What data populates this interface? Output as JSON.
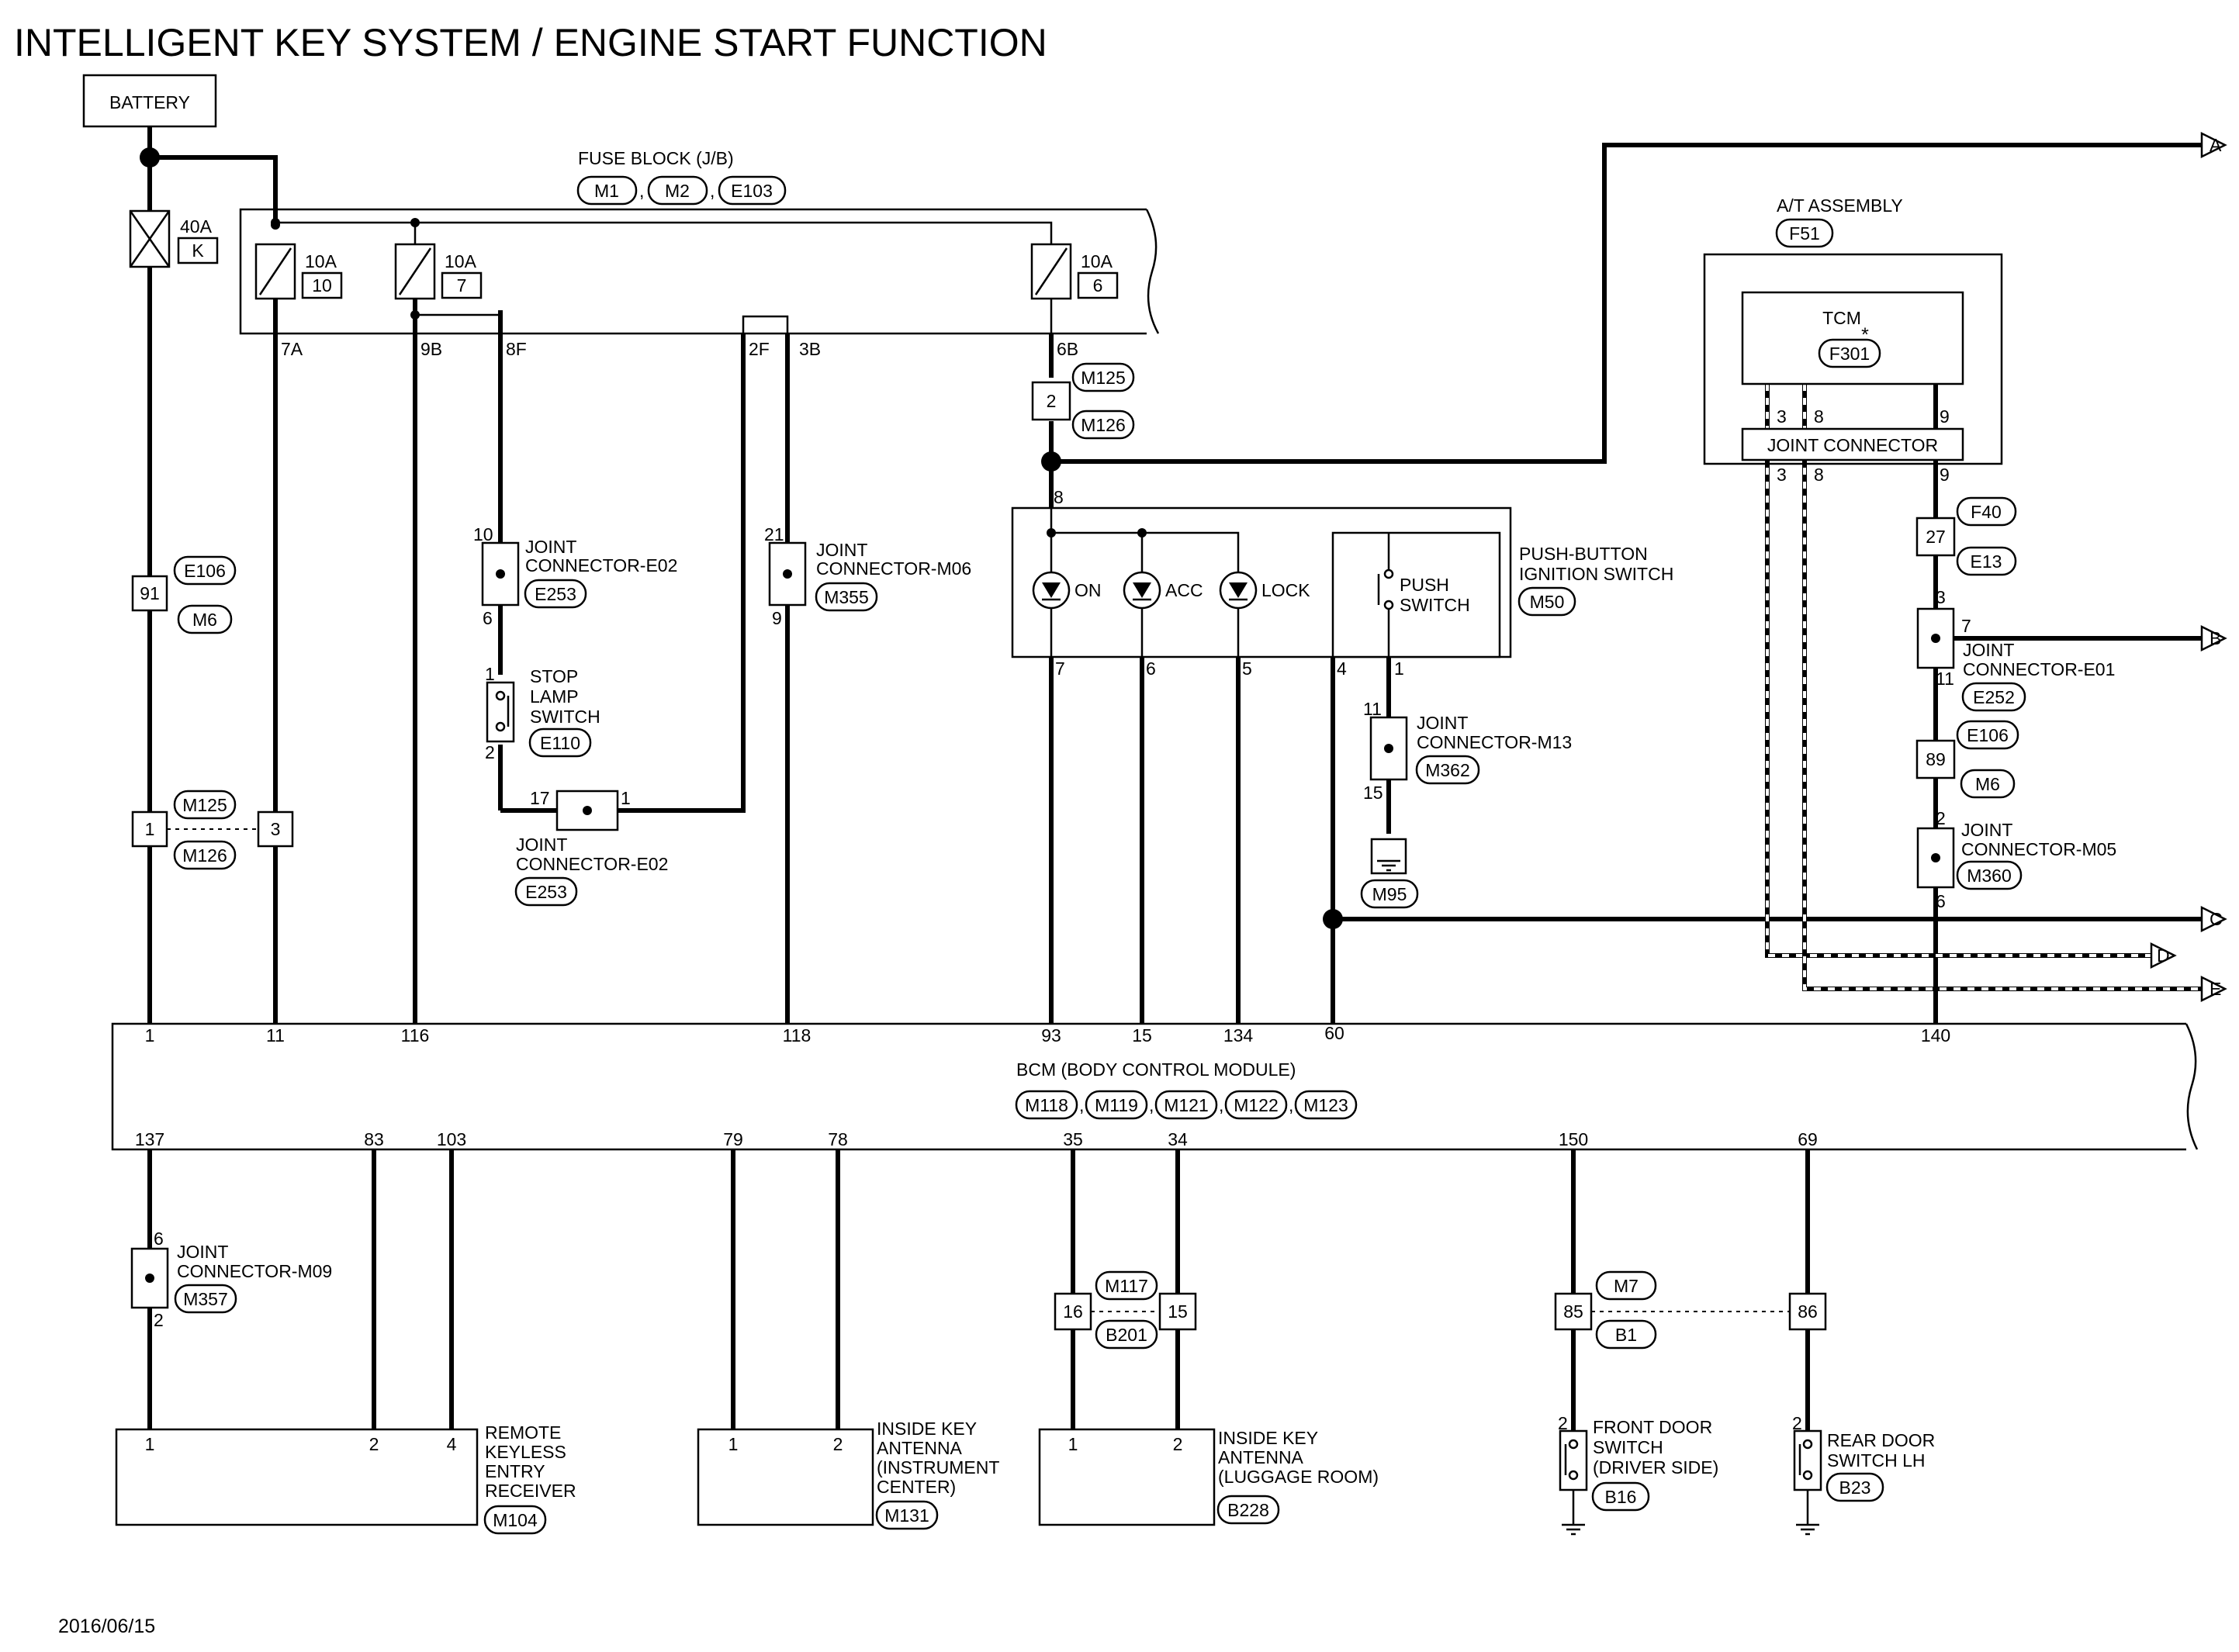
{
  "title": "INTELLIGENT KEY SYSTEM / ENGINE START FUNCTION",
  "date": "2016/06/15",
  "battery": "BATTERY",
  "fuse_block": {
    "label": "FUSE BLOCK (J/B)",
    "connectors": [
      "M1",
      "M2",
      "E103"
    ]
  },
  "fusible_link": {
    "amp": "40A",
    "id": "K"
  },
  "fuses": [
    {
      "amp": "10A",
      "id": "10"
    },
    {
      "amp": "10A",
      "id": "7"
    },
    {
      "amp": "10A",
      "id": "6"
    }
  ],
  "fuse_pins": [
    "7A",
    "9B",
    "8F",
    "2F",
    "3B",
    "6B"
  ],
  "harness_connectors": {
    "c91": {
      "pin": "91",
      "tags": [
        "E106",
        "M6"
      ]
    },
    "c1_3": {
      "pins": [
        "1",
        "3"
      ],
      "tags": [
        "M125",
        "M126"
      ]
    },
    "c2": {
      "pin": "2",
      "tags": [
        "M125",
        "M126"
      ]
    },
    "c27": {
      "pin": "27",
      "tags": [
        "F40",
        "E13"
      ]
    },
    "c89": {
      "pin": "89",
      "tags": [
        "E106",
        "M6"
      ]
    },
    "c16_15": {
      "pins": [
        "16",
        "15"
      ],
      "tags": [
        "M117",
        "B201"
      ]
    },
    "c85_86": {
      "pins": [
        "85",
        "86"
      ],
      "tags": [
        "M7",
        "B1"
      ]
    }
  },
  "joint_connectors": {
    "e02_upper": {
      "label": "JOINT CONNECTOR-E02",
      "tag": "E253",
      "pins": [
        "10",
        "6"
      ]
    },
    "m06": {
      "label": "JOINT CONNECTOR-M06",
      "tag": "M355",
      "pins": [
        "21",
        "9"
      ]
    },
    "e02_lower": {
      "label": "JOINT CONNECTOR-E02",
      "tag": "E253",
      "pins": [
        "17",
        "1"
      ]
    },
    "m13": {
      "label": "JOINT CONNECTOR-M13",
      "tag": "M362",
      "pins": [
        "11",
        "15"
      ]
    },
    "e01": {
      "label": "JOINT CONNECTOR-E01",
      "tag": "E252",
      "pins": [
        "3",
        "7",
        "11"
      ]
    },
    "m05": {
      "label": "JOINT CONNECTOR-M05",
      "tag": "M360",
      "pins": [
        "2",
        "6"
      ]
    },
    "m09": {
      "label": "JOINT CONNECTOR-M09",
      "tag": "M357",
      "pins": [
        "6",
        "2"
      ]
    }
  },
  "stop_lamp": {
    "label": [
      "STOP",
      "LAMP",
      "SWITCH"
    ],
    "tag": "E110",
    "pins": [
      "1",
      "2"
    ]
  },
  "ignition": {
    "label": [
      "PUSH-BUTTON",
      "IGNITION SWITCH"
    ],
    "tag": "M50",
    "indicators": [
      "ON",
      "ACC",
      "LOCK"
    ],
    "switch": [
      "PUSH",
      "SWITCH"
    ],
    "pins": [
      "8",
      "7",
      "6",
      "5",
      "4",
      "1"
    ],
    "ground": "M95"
  },
  "at": {
    "label": "A/T ASSEMBLY",
    "tag": "F51",
    "tcm": "TCM",
    "tcm_tag": "F301",
    "star": "*",
    "joint": "JOINT CONNECTOR",
    "pins": [
      "3",
      "8",
      "9"
    ]
  },
  "arrows": [
    "A",
    "B",
    "C",
    "D",
    "E"
  ],
  "bcm": {
    "label": "BCM (BODY CONTROL MODULE)",
    "tags": [
      "M118",
      "M119",
      "M121",
      "M122",
      "M123"
    ],
    "top_pins": [
      "1",
      "11",
      "116",
      "118",
      "93",
      "15",
      "134",
      "60",
      "140"
    ],
    "bottom_pins": [
      "137",
      "83",
      "103",
      "79",
      "78",
      "35",
      "34",
      "150",
      "69"
    ]
  },
  "components": {
    "rke": {
      "label": [
        "REMOTE",
        "KEYLESS",
        "ENTRY",
        "RECEIVER"
      ],
      "tag": "M104",
      "pins": [
        "1",
        "2",
        "4"
      ]
    },
    "ant_ic": {
      "label": [
        "INSIDE KEY",
        "ANTENNA",
        "(INSTRUMENT",
        " CENTER)"
      ],
      "tag": "M131",
      "pins": [
        "1",
        "2"
      ]
    },
    "ant_lr": {
      "label": [
        "INSIDE KEY",
        "ANTENNA",
        "(LUGGAGE ROOM)"
      ],
      "tag": "B228",
      "pins": [
        "1",
        "2"
      ]
    },
    "fds": {
      "label": [
        "FRONT DOOR",
        "SWITCH",
        "(DRIVER SIDE)"
      ],
      "tag": "B16",
      "pin": "2"
    },
    "rds": {
      "label": [
        "REAR DOOR",
        "SWITCH LH"
      ],
      "tag": "B23",
      "pin": "2"
    }
  }
}
